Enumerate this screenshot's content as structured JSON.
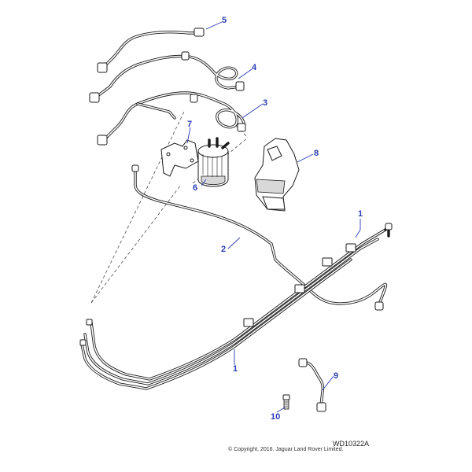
{
  "callouts": {
    "c1a": "1",
    "c1b": "1",
    "c2": "2",
    "c3": "3",
    "c4": "4",
    "c5": "5",
    "c6": "6",
    "c7": "7",
    "c8": "8",
    "c9": "9",
    "c10": "10"
  },
  "footer": {
    "copyright": "© Copyright, 2016. Jaguar Land Rover Limited.",
    "drawing_id": "WD10322A"
  },
  "colors": {
    "callout": "#2a3bb5",
    "line": "#1a1a1a"
  }
}
